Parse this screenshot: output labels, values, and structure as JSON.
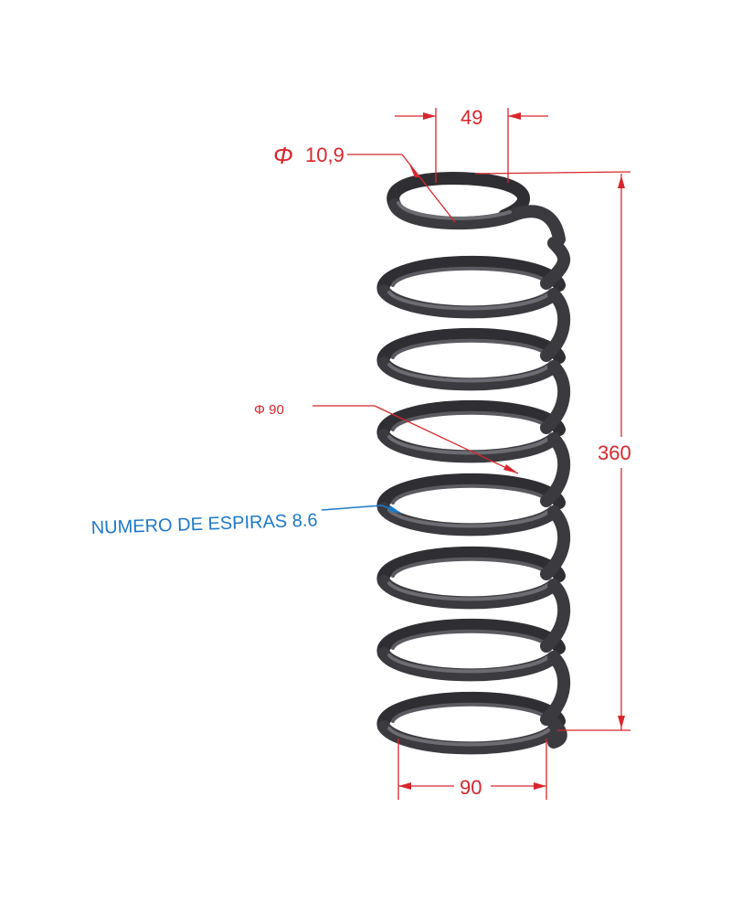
{
  "drawing": {
    "subject": "spring-illustration",
    "dimensions": {
      "top_width": "49",
      "wire_diameter_symbol": "Φ",
      "wire_diameter_value": "10,9",
      "mean_diameter_label": "Φ 90",
      "height": "360",
      "bottom_width": "90"
    },
    "note": "NUMERO DE ESPIRAS 8.6",
    "colors": {
      "dimension": "#d8262c",
      "note": "#1e78c8",
      "coil": "#3a3a3f"
    }
  }
}
